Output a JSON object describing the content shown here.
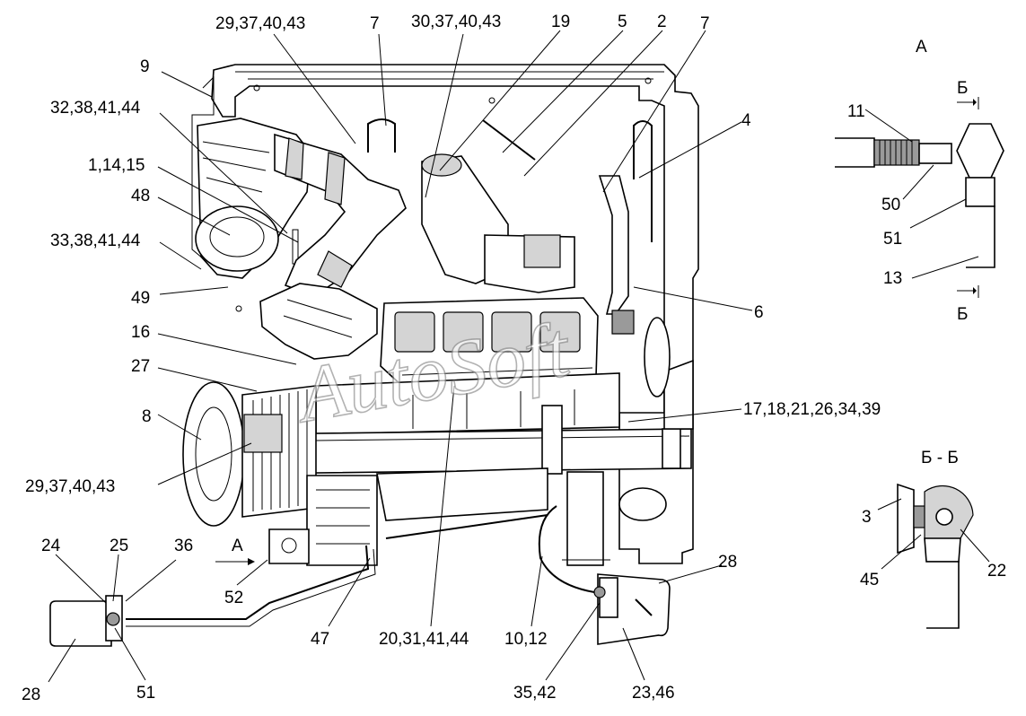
{
  "watermark": "AutoSoft",
  "view_labels": {
    "view_a": "А",
    "section_b_top": "Б",
    "section_b_bottom": "Б",
    "section_bb": "Б - Б"
  },
  "callouts": {
    "c_29_37_40_43_top": "29,37,40,43",
    "c_7_left": "7",
    "c_30_37_40_43": "30,37,40,43",
    "c_19": "19",
    "c_5": "5",
    "c_2": "2",
    "c_7_right": "7",
    "c_9": "9",
    "c_32_38_41_44": "32,38,41,44",
    "c_4": "4",
    "c_1_14_15": "1,14,15",
    "c_48": "48",
    "c_33_38_41_44": "33,38,41,44",
    "c_49": "49",
    "c_6": "6",
    "c_16": "16",
    "c_27": "27",
    "c_8": "8",
    "c_17_18_21_26_34_39": "17,18,21,26,34,39",
    "c_29_37_40_43_bottom": "29,37,40,43",
    "c_24": "24",
    "c_25": "25",
    "c_36": "36",
    "c_a_arrow": "А",
    "c_52": "52",
    "c_47": "47",
    "c_20_31_41_44": "20,31,41,44",
    "c_10_12": "10,12",
    "c_28_right": "28",
    "c_28_left": "28",
    "c_51_bottom": "51",
    "c_35_42": "35,42",
    "c_23_46": "23,46",
    "c_11": "11",
    "c_50": "50",
    "c_51_right": "51",
    "c_13": "13",
    "c_3": "3",
    "c_45": "45",
    "c_22": "22"
  }
}
